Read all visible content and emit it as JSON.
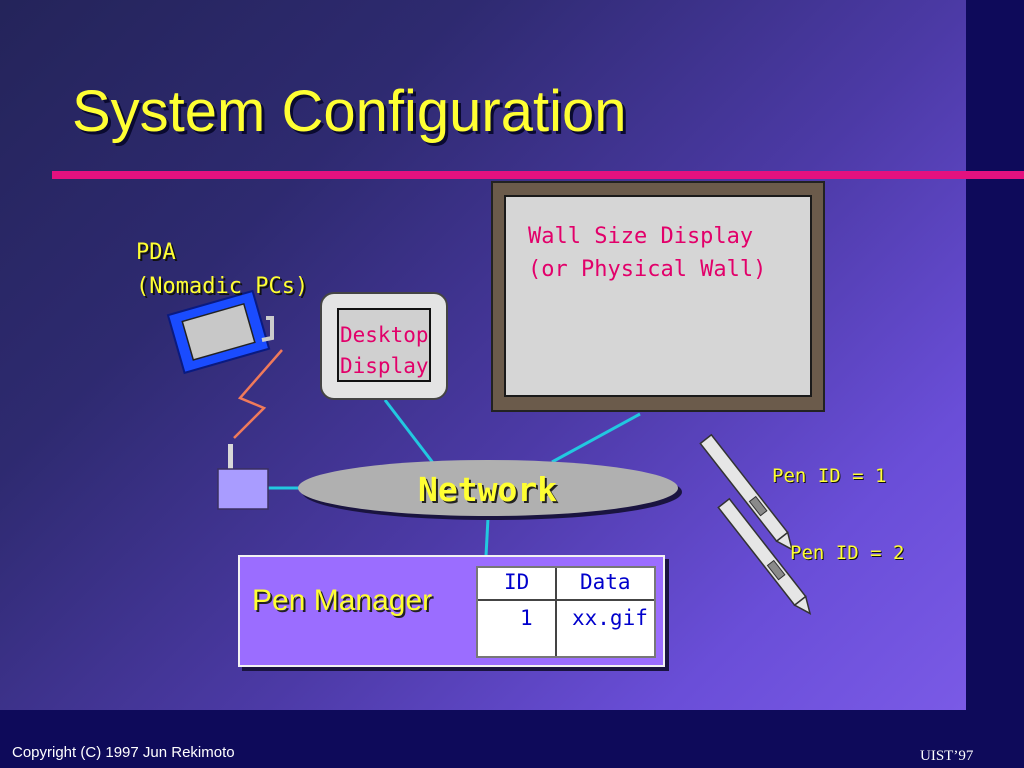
{
  "slide": {
    "title": "System Configuration"
  },
  "pda": {
    "label_line1": "PDA",
    "label_line2": "(Nomadic PCs)"
  },
  "wall_display": {
    "line1": "Wall Size Display",
    "line2": "(or Physical Wall)"
  },
  "desktop_display": {
    "line1": "Desktop",
    "line2": "Display"
  },
  "network": {
    "label": "Network"
  },
  "pen_manager": {
    "label": "Pen Manager",
    "table": {
      "headers": [
        "ID",
        "Data"
      ],
      "rows": [
        [
          "1",
          "xx.gif"
        ]
      ]
    }
  },
  "pens": [
    {
      "label": "Pen ID = 1"
    },
    {
      "label": "Pen ID = 2"
    }
  ],
  "footer": {
    "copyright": "Copyright (C) 1997 Jun Rekimoto",
    "conference": "UIST’97"
  },
  "colors": {
    "title": "#ffff33",
    "accent_rule": "#e4117f",
    "display_text": "#e2006a",
    "connector": "#22c8e0",
    "table_text": "#0000cc"
  }
}
